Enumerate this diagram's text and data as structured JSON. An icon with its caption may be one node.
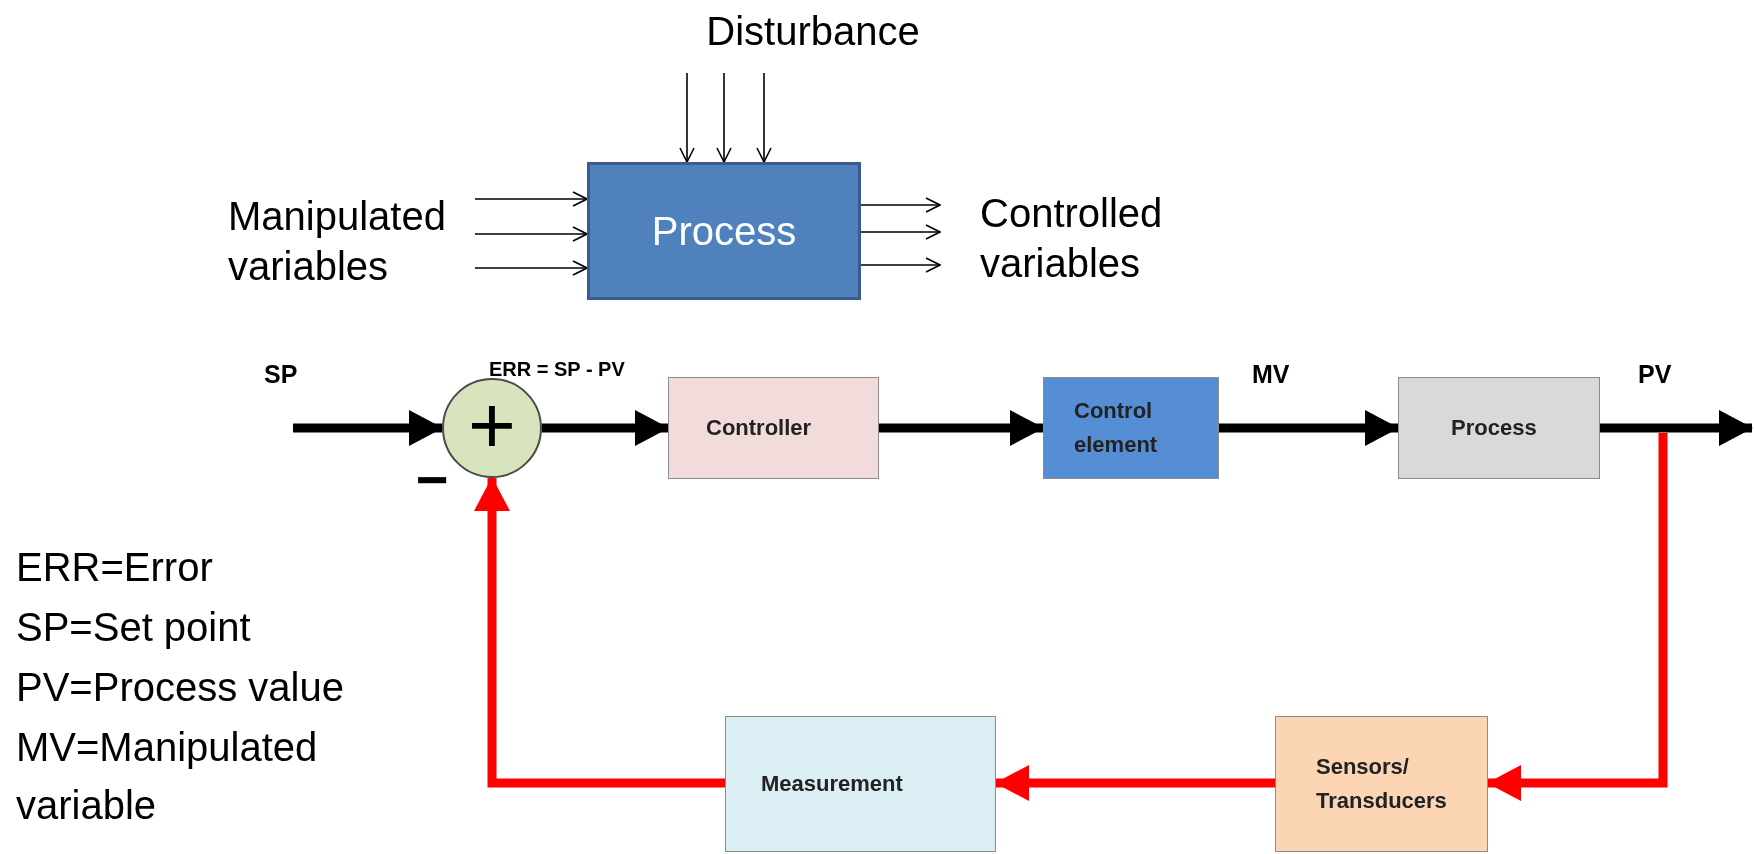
{
  "diagram": {
    "nodes": [
      {
        "text": [
          "Disturbance"
        ]
      },
      {
        "text": [
          "Manipulated variables"
        ]
      },
      {
        "text": [
          "Process"
        ]
      },
      {
        "text": [
          "Controlled variables"
        ]
      },
      {
        "text": [
          "+"
        ],
        "beside": [
          "−"
        ]
      },
      {
        "text": [
          "Controller"
        ]
      },
      {
        "text": [
          "Control element"
        ]
      },
      {
        "text": [
          "Process"
        ]
      },
      {
        "text": [
          "Sensors/ Transducers"
        ]
      },
      {
        "text": [
          "Measurement"
        ]
      }
    ],
    "edges": [
      {
        "from": 0,
        "to": 2,
        "arrow": "to"
      },
      {
        "from": 0,
        "to": 2,
        "arrow": "to"
      },
      {
        "from": 0,
        "to": 2,
        "arrow": "to"
      },
      {
        "from": 1,
        "to": 2,
        "arrow": "to"
      },
      {
        "from": 1,
        "to": 2,
        "arrow": "to"
      },
      {
        "from": 1,
        "to": 2,
        "arrow": "to"
      },
      {
        "from": 2,
        "to": 3,
        "arrow": "to"
      },
      {
        "from": 2,
        "to": 3,
        "arrow": "to"
      },
      {
        "from": 2,
        "to": 3,
        "arrow": "to"
      },
      {
        "from": null,
        "to": 4,
        "arrow": "to",
        "label": "SP",
        "style": "thick"
      },
      {
        "from": 4,
        "to": 5,
        "arrow": "to",
        "style": "thick"
      },
      {
        "from": 5,
        "to": 6,
        "arrow": "to",
        "style": "thick"
      },
      {
        "from": 6,
        "to": 7,
        "arrow": "to",
        "label": "MV",
        "style": "thick"
      },
      {
        "from": 7,
        "to": null,
        "arrow": "to",
        "label": "PV",
        "style": "thick"
      },
      {
        "from": 7,
        "to": 8,
        "arrow": "to",
        "style": "thick",
        "color": "#ff0000"
      },
      {
        "from": 8,
        "to": 9,
        "arrow": "to",
        "style": "thick",
        "color": "#ff0000"
      },
      {
        "from": 9,
        "to": 4,
        "arrow": "to",
        "style": "thick",
        "color": "#ff0000"
      }
    ],
    "labels": [
      "ERR = SP - PV",
      "ERR=Error",
      "SP=Set point",
      "PV=Process value",
      "MV=Manipulated variable"
    ]
  }
}
